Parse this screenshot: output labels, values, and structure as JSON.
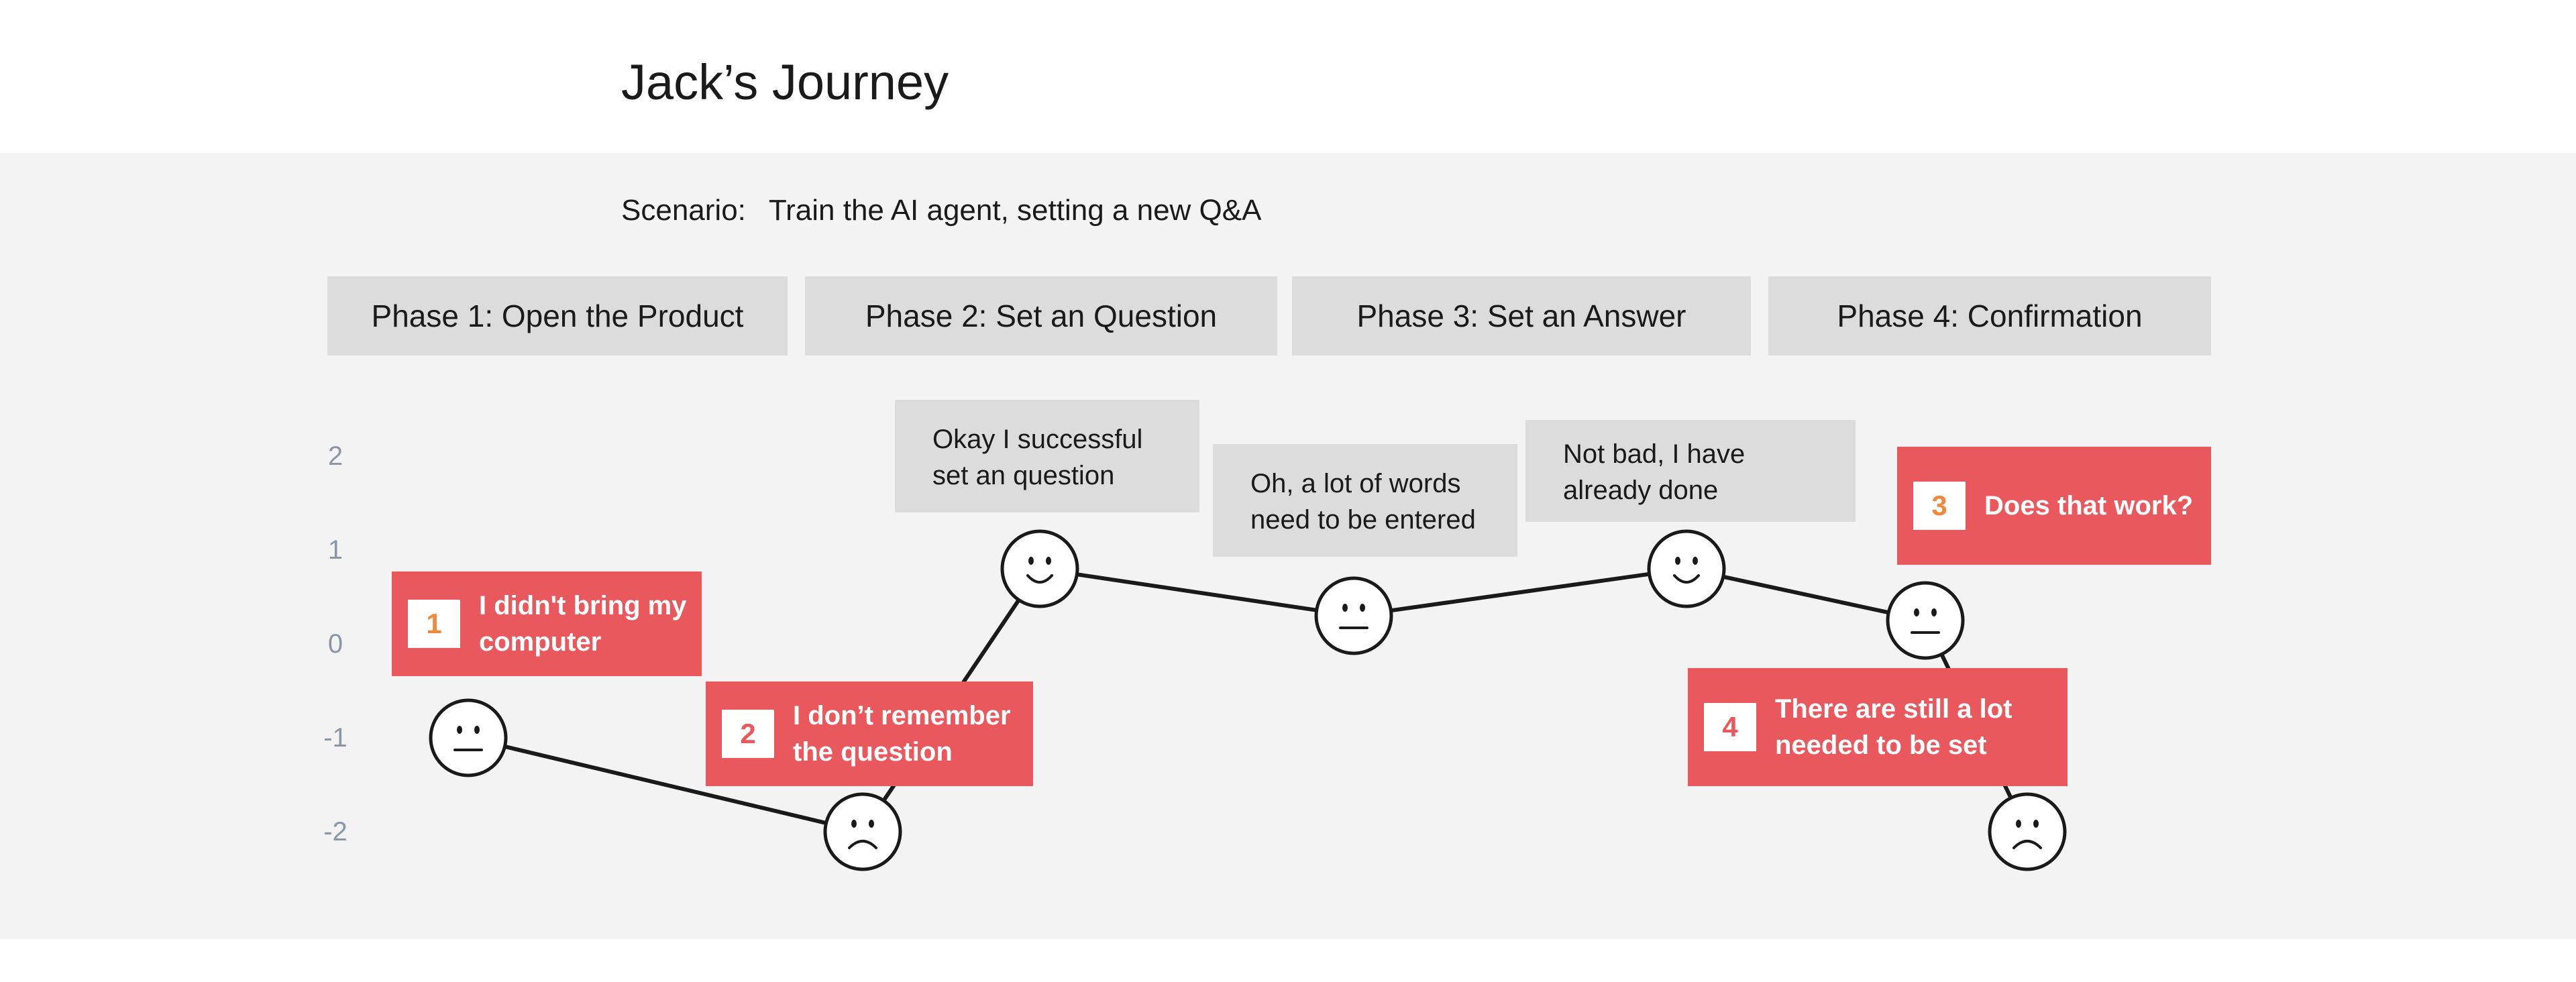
{
  "title": "Jack’s Journey",
  "scenario": {
    "label": "Scenario:",
    "text": "Train the AI agent, setting a new Q&A"
  },
  "phases": [
    "Phase 1: Open the Product",
    "Phase 2: Set an Question",
    "Phase 3: Set an Answer",
    "Phase 4: Confirmation"
  ],
  "chart_data": {
    "type": "line",
    "y_ticks": [
      "2",
      "1",
      "0",
      "-1",
      "-2"
    ],
    "ylim": [
      -2,
      2
    ],
    "points": [
      {
        "mood": "neutral",
        "emotion": -1.0
      },
      {
        "mood": "sad",
        "emotion": -2.0
      },
      {
        "mood": "happy",
        "emotion": 0.8
      },
      {
        "mood": "neutral",
        "emotion": 0.3
      },
      {
        "mood": "happy",
        "emotion": 0.8
      },
      {
        "mood": "neutral",
        "emotion": 0.25
      },
      {
        "mood": "sad",
        "emotion": -2.0
      }
    ],
    "line_color": "#1a1a1a"
  },
  "quotes": [
    "Okay I successful set an question",
    "Oh, a lot of words need to be entered",
    "Not bad, I have already done"
  ],
  "pain_points": [
    {
      "number": "1",
      "text": "I didn't bring my computer"
    },
    {
      "number": "2",
      "text": "I don’t remember the question"
    },
    {
      "number": "3",
      "text": "Does that work?"
    },
    {
      "number": "4",
      "text": "There are still a lot needed to be set"
    }
  ],
  "colors": {
    "pain_bg": "#e8585d",
    "phase_bg": "#dcdcdc",
    "band_bg": "#f3f3f3",
    "tick_color": "#8a96a6"
  }
}
